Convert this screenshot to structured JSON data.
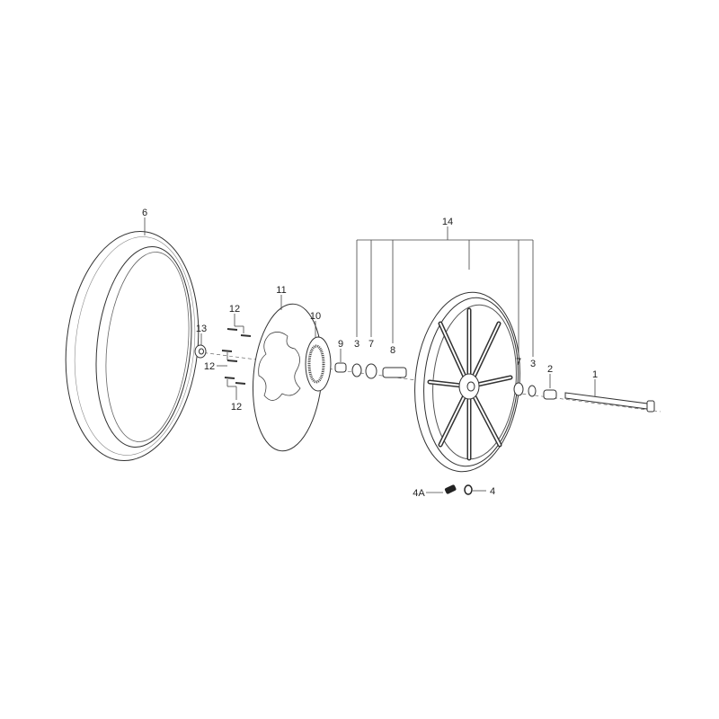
{
  "diagram": {
    "labels": {
      "tire": "6",
      "wheel_assembly": "14",
      "brake_disc": "11",
      "disc_bolts_top": "12",
      "disc_bolts_mid": "12",
      "disc_bolts_bottom": "12",
      "tone_ring": "10",
      "nut": "13",
      "spacer_left": "9",
      "seal_left": "3",
      "bearing_left": "7",
      "center_spacer": "8",
      "bearing_right": "7",
      "seal_right": "3",
      "spacer_right": "2",
      "axle": "1",
      "valve_4a": "4A",
      "valve_4": "4"
    },
    "colors": {
      "line": "#333333",
      "text": "#222222"
    }
  }
}
